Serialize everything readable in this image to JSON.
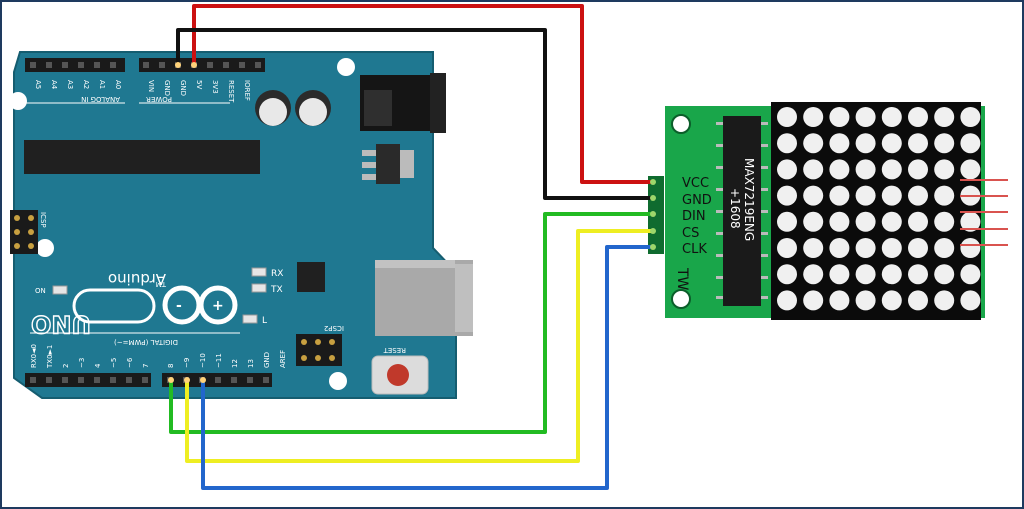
{
  "arduino": {
    "brand": "Arduino",
    "trademark": "TM",
    "model": "UNO",
    "icsp_label": "ICSP",
    "icsp_pin1": "1",
    "icsp2_label": "ICSP2",
    "on_label": "ON",
    "rx_label": "RX",
    "tx_label": "TX",
    "l_label": "L",
    "reset_label": "RESET",
    "analog_header_label": "ANALOG IN",
    "power_header_label": "POWER",
    "digital_header_label": "DIGITAL (PWM=~)",
    "analog_pins": [
      "A5",
      "A4",
      "A3",
      "A2",
      "A1",
      "A0"
    ],
    "power_pins": [
      "VIN",
      "GND",
      "GND",
      "5V",
      "3V3",
      "RESET",
      "IOREF"
    ],
    "digital_pins_low": [
      "RX0◄0",
      "TX0►1",
      "2",
      "~3",
      "4",
      "~5",
      "~6",
      "7"
    ],
    "digital_pins_high": [
      "8",
      "~9",
      "~10",
      "~11",
      "12",
      "13",
      "GND",
      "AREF"
    ]
  },
  "module": {
    "pins": [
      "VCC",
      "GND",
      "DIN",
      "CS",
      "CLK"
    ],
    "chip_label": "MAX7219ENG",
    "chip_sublabel": "+1608",
    "brand_mark": "TW"
  },
  "wires": [
    {
      "from": "5V",
      "to": "VCC",
      "color": "#cc1111"
    },
    {
      "from": "GND",
      "to": "GND",
      "color": "#111111"
    },
    {
      "from": "8",
      "to": "DIN",
      "color": "#22bb22"
    },
    {
      "from": "~9",
      "to": "CS",
      "color": "#eeee22"
    },
    {
      "from": "~10",
      "to": "CLK",
      "color": "#2266cc"
    }
  ],
  "colors": {
    "board": "#1f7891",
    "board_edge": "#155d70",
    "module_pcb": "#19a64a",
    "led_matrix": "#0b0b0b",
    "led_dot": "#f0f0f0"
  }
}
